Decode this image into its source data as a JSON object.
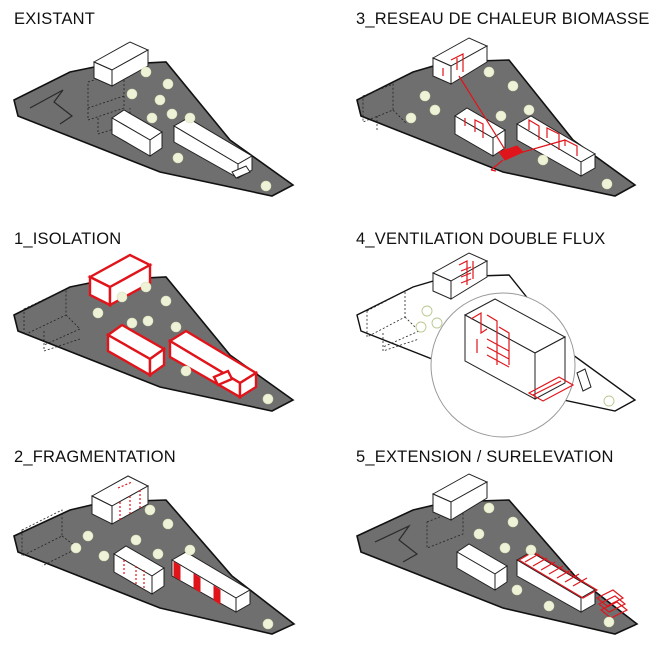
{
  "panels": [
    {
      "id": "existant",
      "title": "EXISTANT"
    },
    {
      "id": "reseau",
      "title": "3_RESEAU DE CHALEUR BIOMASSE"
    },
    {
      "id": "isolation",
      "title": "1_ISOLATION"
    },
    {
      "id": "ventilation",
      "title": "4_VENTILATION DOUBLE FLUX"
    },
    {
      "id": "fragmentation",
      "title": "2_FRAGMENTATION"
    },
    {
      "id": "extension",
      "title": "5_EXTENSION / SURELEVATION"
    }
  ],
  "colors": {
    "highlight": "#e0151b",
    "site": "#6f6f6f",
    "tree": "#eef3d8",
    "outline": "#111111"
  }
}
